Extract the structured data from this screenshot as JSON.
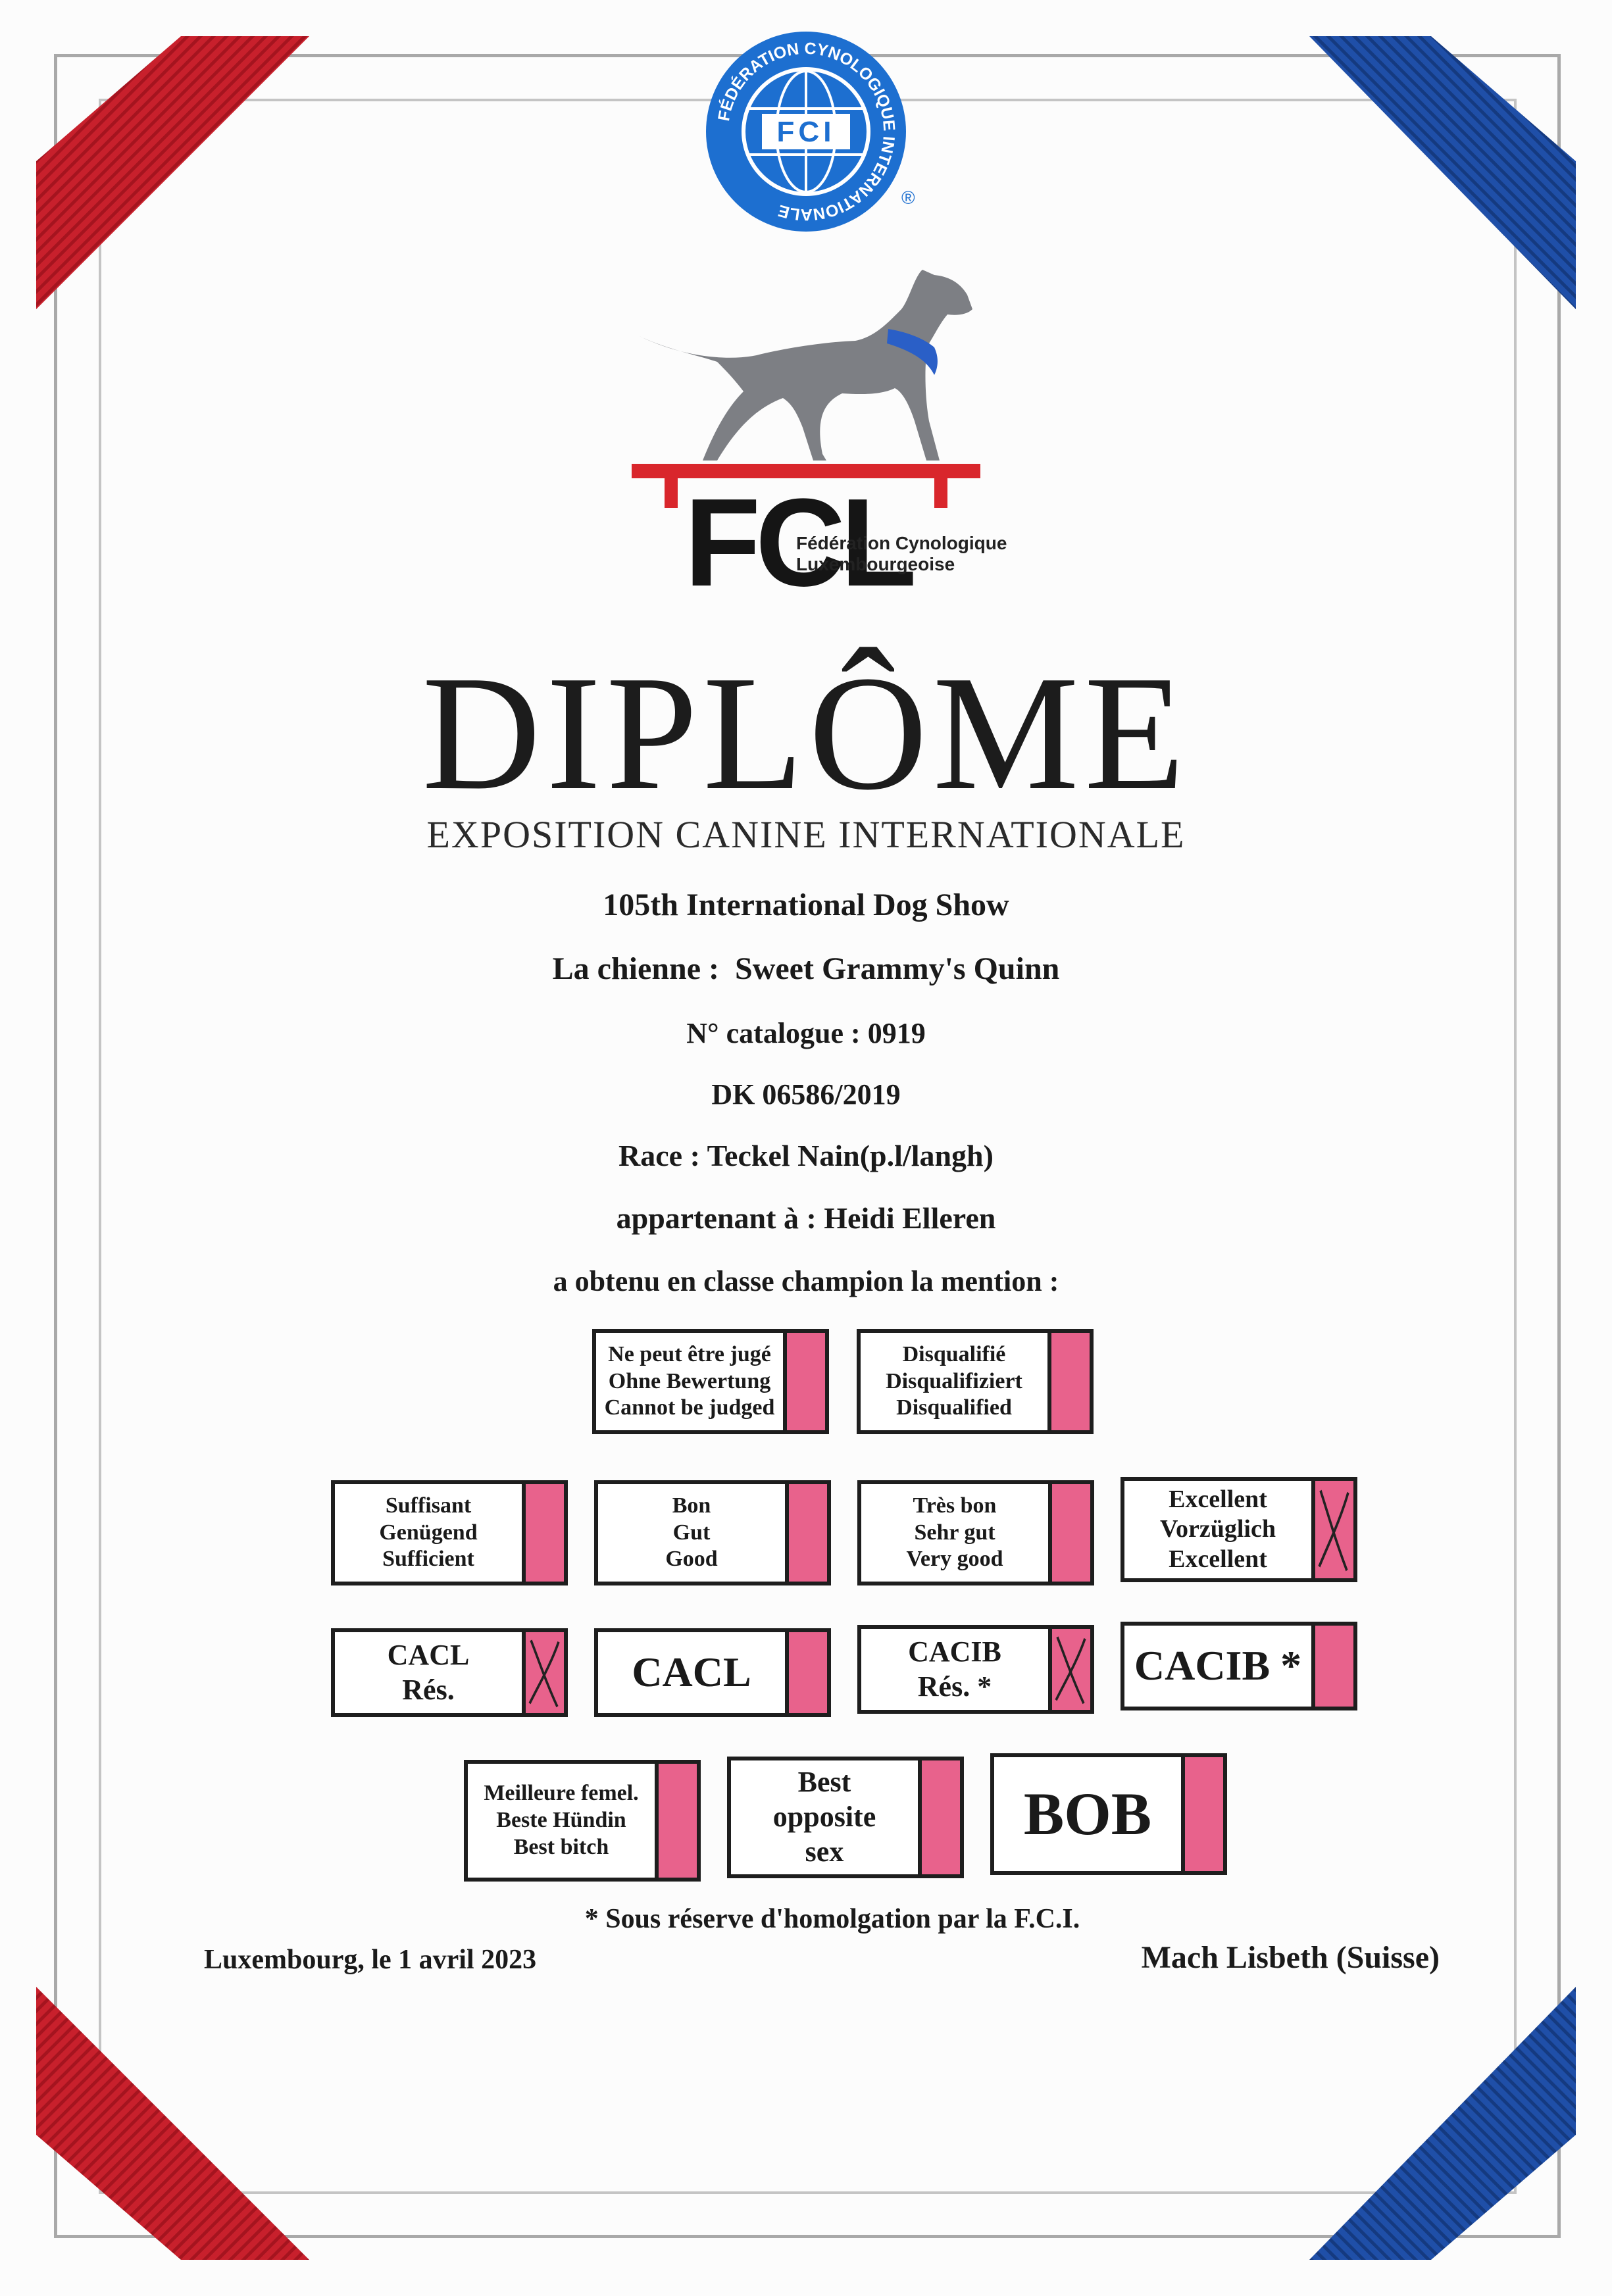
{
  "fci_seal": {
    "ring_text": "FÉDÉRATION CYNOLOGIQUE INTERNATIONALE",
    "center_text": "FCI",
    "registered": "®"
  },
  "fcl_logo": {
    "letters": "FCL",
    "line1": "Fédération Cynologique",
    "line2": "Luxembourgeoise"
  },
  "title": "DIPLÔME",
  "subtitle": "EXPOSITION CANINE INTERNATIONALE",
  "show_name": "105th International Dog Show",
  "dog": {
    "label": "La chienne :",
    "name": "Sweet Grammy's Quinn",
    "catalogue": "N° catalogue : 0919",
    "registration": "DK 06586/2019",
    "breed": "Race : Teckel Nain(p.l/langh)",
    "owner": "appartenant à : Heidi Elleren",
    "class_line": "a obtenu en classe champion la mention :"
  },
  "awards": {
    "cannot_judge": {
      "lines": [
        "Ne peut être jugé",
        "Ohne Bewertung",
        "Cannot be judged"
      ],
      "checked": false
    },
    "disqualified": {
      "lines": [
        "Disqualifié",
        "Disqualifiziert",
        "Disqualified"
      ],
      "checked": false
    },
    "sufficient": {
      "lines": [
        "Suffisant",
        "Genügend",
        "Sufficient"
      ],
      "checked": false
    },
    "good": {
      "lines": [
        "Bon",
        "Gut",
        "Good"
      ],
      "checked": false
    },
    "very_good": {
      "lines": [
        "Très bon",
        "Sehr gut",
        "Very good"
      ],
      "checked": false
    },
    "excellent": {
      "lines": [
        "Excellent",
        "Vorzüglich",
        "Excellent"
      ],
      "checked": true
    },
    "cacl_res": {
      "lines": [
        "CACL",
        "Rés."
      ],
      "checked": true
    },
    "cacl": {
      "lines": [
        "CACL"
      ],
      "checked": false
    },
    "cacib_res": {
      "lines": [
        "CACIB",
        "Rés. *"
      ],
      "checked": true
    },
    "cacib": {
      "lines": [
        "CACIB *"
      ],
      "checked": false
    },
    "best_bitch": {
      "lines": [
        "Meilleure femel.",
        "Beste Hündin",
        "Best bitch"
      ],
      "checked": false
    },
    "best_opposite": {
      "lines": [
        "Best",
        "opposite",
        "sex"
      ],
      "checked": false
    },
    "bob": {
      "lines": [
        "BOB"
      ],
      "checked": false
    }
  },
  "footnote": "* Sous réserve d'homolgation par la F.C.I.",
  "place_date": "Luxembourg, le 1 avril 2023",
  "judge": "Mach Lisbeth (Suisse)",
  "colors": {
    "ribbon_red": "#c8202c",
    "ribbon_blue": "#1f4fa8",
    "pink": "#e8628c",
    "fci_blue": "#1d6fd0",
    "dog_grey": "#7d7f84",
    "fcl_red": "#d9262c"
  }
}
